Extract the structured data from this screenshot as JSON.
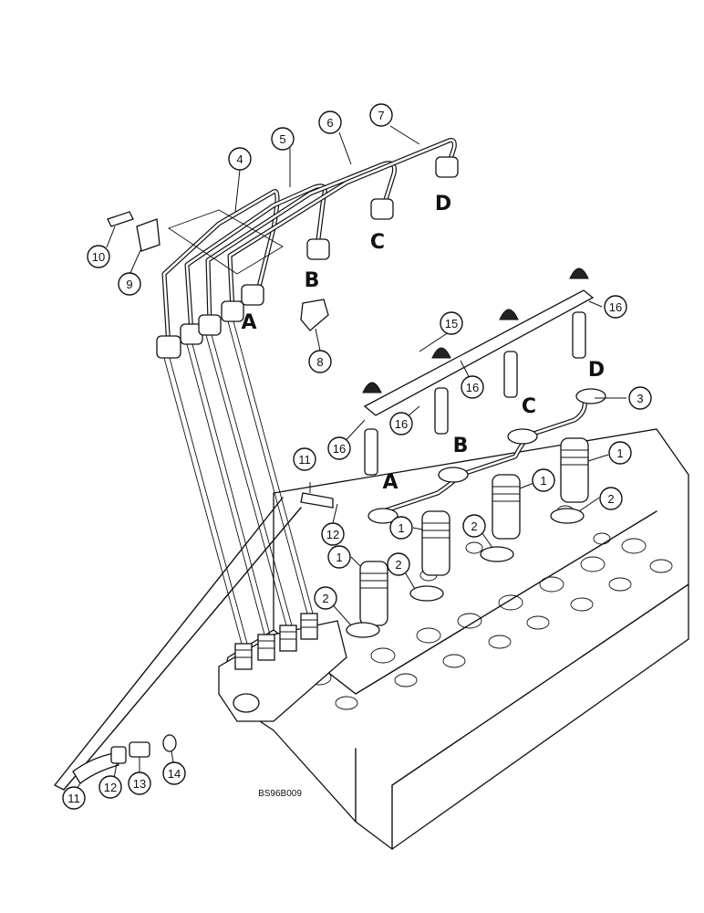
{
  "callouts": {
    "c1a": "1",
    "c1b": "1",
    "c1c": "1",
    "c1d": "1",
    "c2a": "2",
    "c2b": "2",
    "c2c": "2",
    "c2d": "2",
    "c3": "3",
    "c4": "4",
    "c5": "5",
    "c6": "6",
    "c7": "7",
    "c8": "8",
    "c9": "9",
    "c10": "10",
    "c11a": "11",
    "c11b": "11",
    "c12a": "12",
    "c12b": "12",
    "c13": "13",
    "c14": "14",
    "c15": "15",
    "c16a": "16",
    "c16b": "16",
    "c16c": "16",
    "c16d": "16"
  },
  "letters": {
    "pipe_a": "A",
    "pipe_b": "B",
    "pipe_c": "C",
    "pipe_d": "D",
    "inj_a": "A",
    "inj_b": "B",
    "inj_c": "C",
    "inj_d": "D"
  },
  "drawing_code": "BS96B009"
}
